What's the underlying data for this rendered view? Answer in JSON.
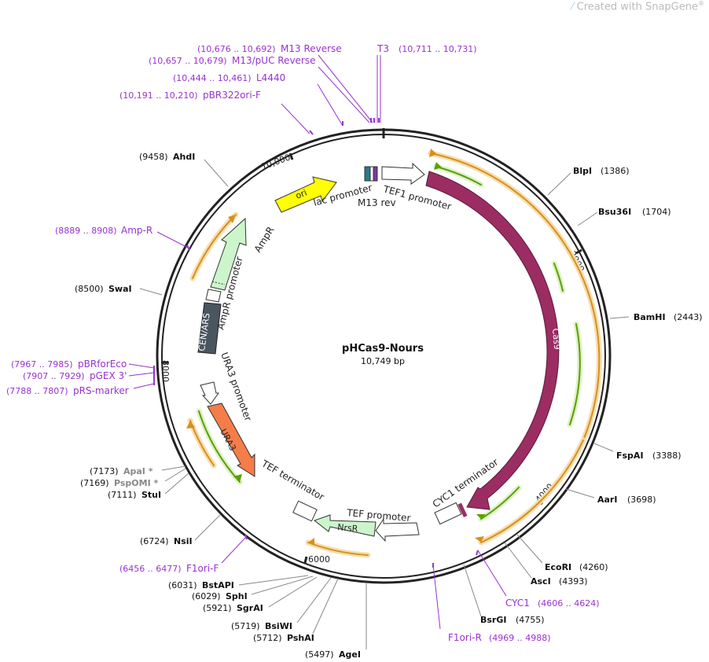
{
  "watermark": {
    "prefix": "Created with",
    "brand": "SnapGene",
    "reg": "®"
  },
  "plasmid": {
    "name": "pHCas9-Nours",
    "length_label": "10,749 bp"
  },
  "scale_ticks": [
    "2000",
    "4000",
    "6000",
    "8000",
    "10,000"
  ],
  "enzymes": {
    "BlpI": {
      "name": "BlpI",
      "pos": "(1386)"
    },
    "Bsu36I": {
      "name": "Bsu36I",
      "pos": "(1704)"
    },
    "BamHI": {
      "name": "BamHI",
      "pos": "(2443)"
    },
    "FspAI": {
      "name": "FspAI",
      "pos": "(3388)"
    },
    "AarI": {
      "name": "AarI",
      "pos": "(3698)"
    },
    "EcoRI": {
      "name": "EcoRI",
      "pos": "(4260)"
    },
    "AscI": {
      "name": "AscI",
      "pos": "(4393)"
    },
    "BsrGI": {
      "name": "BsrGI",
      "pos": "(4755)"
    },
    "AgeI": {
      "name": "AgeI",
      "pos": "(5497)"
    },
    "PshAI": {
      "name": "PshAI",
      "pos": "(5712)"
    },
    "BsiWI": {
      "name": "BsiWI",
      "pos": "(5719)"
    },
    "SgrAI": {
      "name": "SgrAI",
      "pos": "(5921)"
    },
    "SphI": {
      "name": "SphI",
      "pos": "(6029)"
    },
    "BstAPI": {
      "name": "BstAPI",
      "pos": "(6031)"
    },
    "NsiI": {
      "name": "NsiI",
      "pos": "(6724)"
    },
    "StuI": {
      "name": "StuI",
      "pos": "(7111)"
    },
    "PspOMI": {
      "name": "PspOMI *",
      "pos": "(7169)"
    },
    "ApaI": {
      "name": "ApaI *",
      "pos": "(7173)"
    },
    "SwaI": {
      "name": "SwaI",
      "pos": "(8500)"
    },
    "AhdI": {
      "name": "AhdI",
      "pos": "(9458)"
    }
  },
  "primers": {
    "M13Reverse": {
      "name": "M13 Reverse",
      "pos": "(10,676 .. 10,692)"
    },
    "M13pUCReverse": {
      "name": "M13/pUC Reverse",
      "pos": "(10,657 .. 10,679)"
    },
    "L4440": {
      "name": "L4440",
      "pos": "(10,444 .. 10,461)"
    },
    "pBR322oriF": {
      "name": "pBR322ori-F",
      "pos": "(10,191 .. 10,210)"
    },
    "T3": {
      "name": "T3",
      "pos": "(10,711 .. 10,731)"
    },
    "AmpR": {
      "name": "Amp-R",
      "pos": "(8889 .. 8908)"
    },
    "pBRforEco": {
      "name": "pBRforEco",
      "pos": "(7967 .. 7985)"
    },
    "pGEX3": {
      "name": "pGEX 3'",
      "pos": "(7907 .. 7929)"
    },
    "pRSmarker": {
      "name": "pRS-marker",
      "pos": "(7788 .. 7807)"
    },
    "F1oriF": {
      "name": "F1ori-F",
      "pos": "(6456 .. 6477)"
    },
    "CYC1": {
      "name": "CYC1",
      "pos": "(4606 .. 4624)"
    },
    "F1oriR": {
      "name": "F1ori-R",
      "pos": "(4969 .. 4988)"
    }
  },
  "features": {
    "cas9": "Cas9",
    "ori": "ori",
    "ampr": "AmpR",
    "ampr_promoter": "AmpR promoter",
    "cenars": "CEN/ARS",
    "ura3": "URA3",
    "ura3_promoter": "URA3 promoter",
    "tef_terminator": "TEF terminator",
    "nrsr": "NrsR",
    "tef_promoter": "TEF promoter",
    "cyc1_terminator": "CYC1 terminator",
    "lac_promoter": "lac promoter",
    "m13_rev": "M13 rev",
    "tef1_promoter": "TEF1 promoter"
  },
  "colors": {
    "cas9": "#9b2d62",
    "ori": "#ffff00",
    "ampr": "#ccf5cc",
    "ura3": "#f47d4a",
    "cenars": "#4a5560",
    "primer": "#9933cc",
    "orf_orange": "#d8901a",
    "orf_green": "#5aa000"
  }
}
